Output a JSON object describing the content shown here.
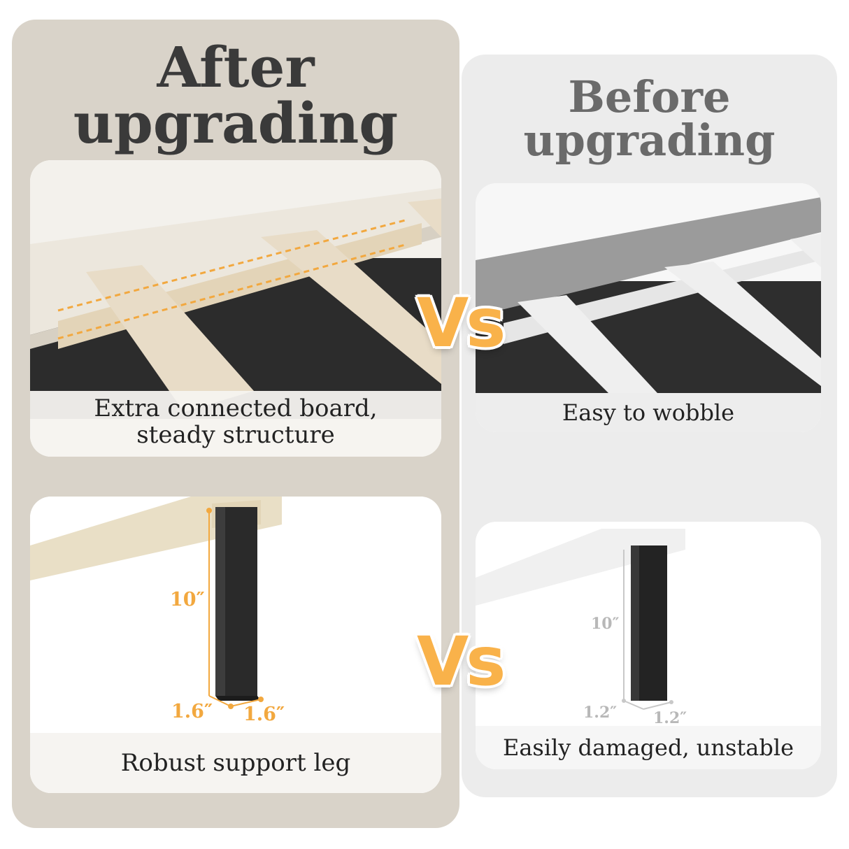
{
  "after": {
    "title_line1": "After",
    "title_line2": "upgrading",
    "board_caption_line1": "Extra connected board,",
    "board_caption_line2": "steady structure",
    "leg_caption": "Robust support leg",
    "leg_height": "10″",
    "leg_width": "1.6″",
    "leg_depth": "1.6″"
  },
  "before": {
    "title_line1": "Before",
    "title_line2": "upgrading",
    "board_caption": "Easy to wobble",
    "leg_caption": "Easily damaged, unstable",
    "leg_height": "10″",
    "leg_width": "1.2″",
    "leg_depth": "1.2″"
  },
  "vs_label": "Vs",
  "colors": {
    "after_panel": "#d9d3c9",
    "before_panel": "#ececec",
    "accent_orange": "#f9b24a",
    "title_dark": "#3a3a3a",
    "title_gray": "#6a6a6a"
  }
}
